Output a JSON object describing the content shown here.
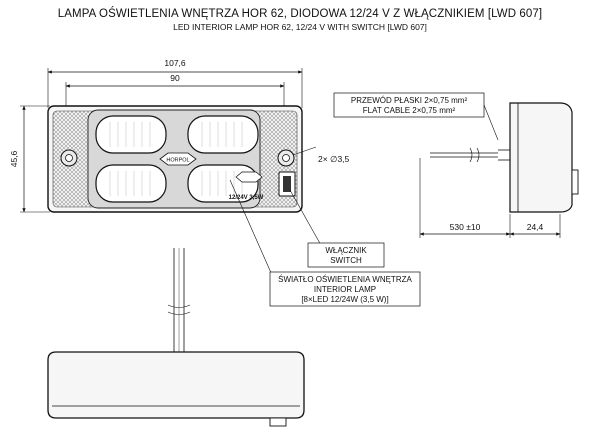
{
  "title_pl": "LAMPA OŚWIETLENIA WNĘTRZA HOR 62, DIODOWA 12/24 V Z WŁĄCZNIKIEM [LWD 607]",
  "title_en": "LED INTERIOR LAMP HOR 62, 12/24 V WITH SWITCH [LWD 607]",
  "dims": {
    "total_width": "107,6",
    "inner_width": "90",
    "height": "45,6",
    "holes": "2× ∅3,5",
    "cable_length": "530 ±10",
    "depth": "24,4"
  },
  "labels": {
    "cable_pl": "PRZEWÓD PŁASKI 2×0,75 mm²",
    "cable_en": "FLAT CABLE 2×0,75 mm²",
    "switch_pl": "WŁĄCZNIK",
    "switch_en": "SWITCH",
    "lamp_pl": "ŚWIATŁO OŚWIETLENIA WNĘTRZA",
    "lamp_en": "INTERIOR LAMP",
    "lamp_spec": "[8×LED 12/24W (3,5 W)]"
  },
  "marks": {
    "brand": "HORPOL",
    "voltage": "12/24V 3,5W"
  }
}
